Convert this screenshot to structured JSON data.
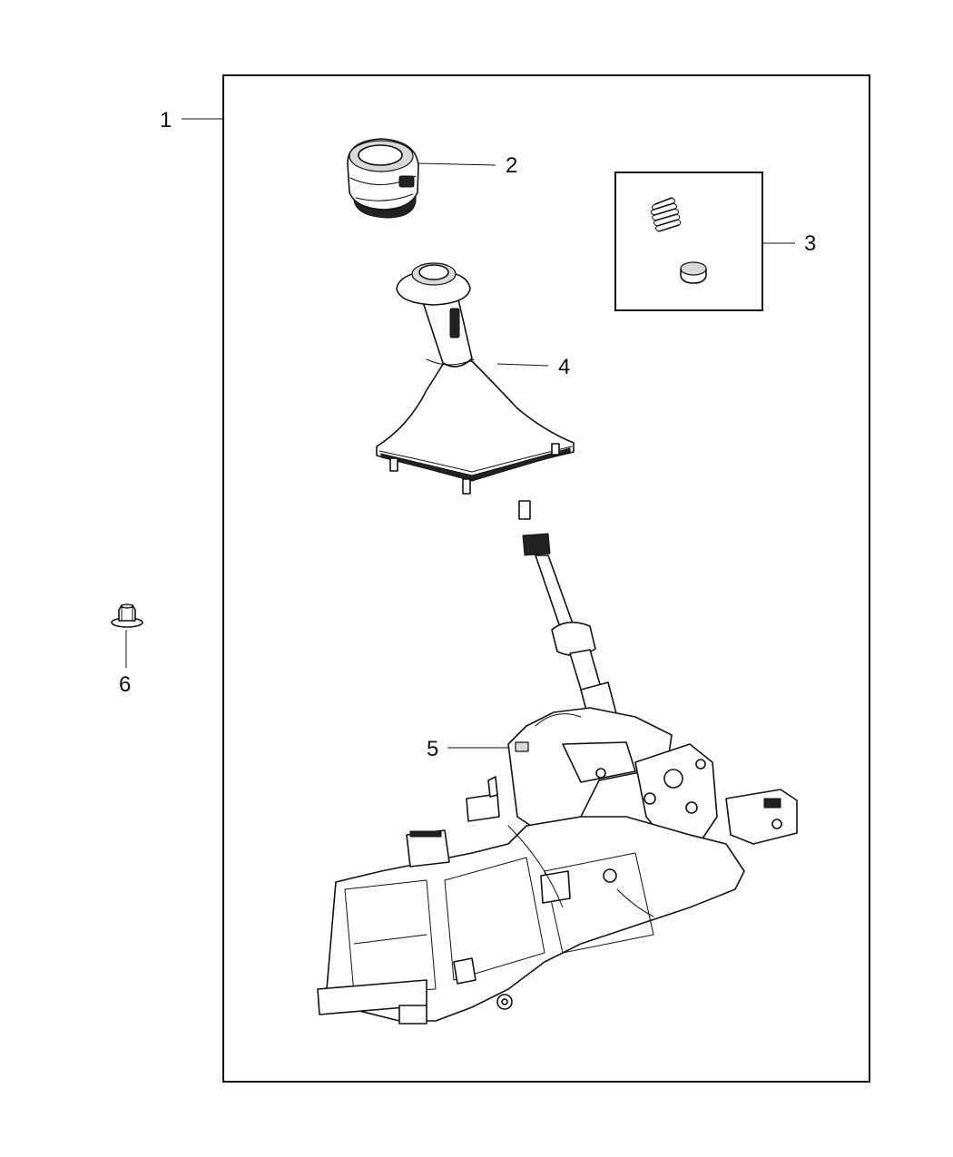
{
  "callouts": [
    {
      "id": "1",
      "label": "1"
    },
    {
      "id": "2",
      "label": "2"
    },
    {
      "id": "3",
      "label": "3"
    },
    {
      "id": "4",
      "label": "4"
    },
    {
      "id": "5",
      "label": "5"
    },
    {
      "id": "6",
      "label": "6"
    }
  ],
  "parts": [
    {
      "callout": "1",
      "kind": "shifter-assembly-frame"
    },
    {
      "callout": "2",
      "kind": "shift-knob"
    },
    {
      "callout": "3",
      "kind": "spring-and-plug-kit"
    },
    {
      "callout": "4",
      "kind": "shift-boot"
    },
    {
      "callout": "5",
      "kind": "gearshift-mechanism"
    },
    {
      "callout": "6",
      "kind": "flange-nut"
    }
  ]
}
